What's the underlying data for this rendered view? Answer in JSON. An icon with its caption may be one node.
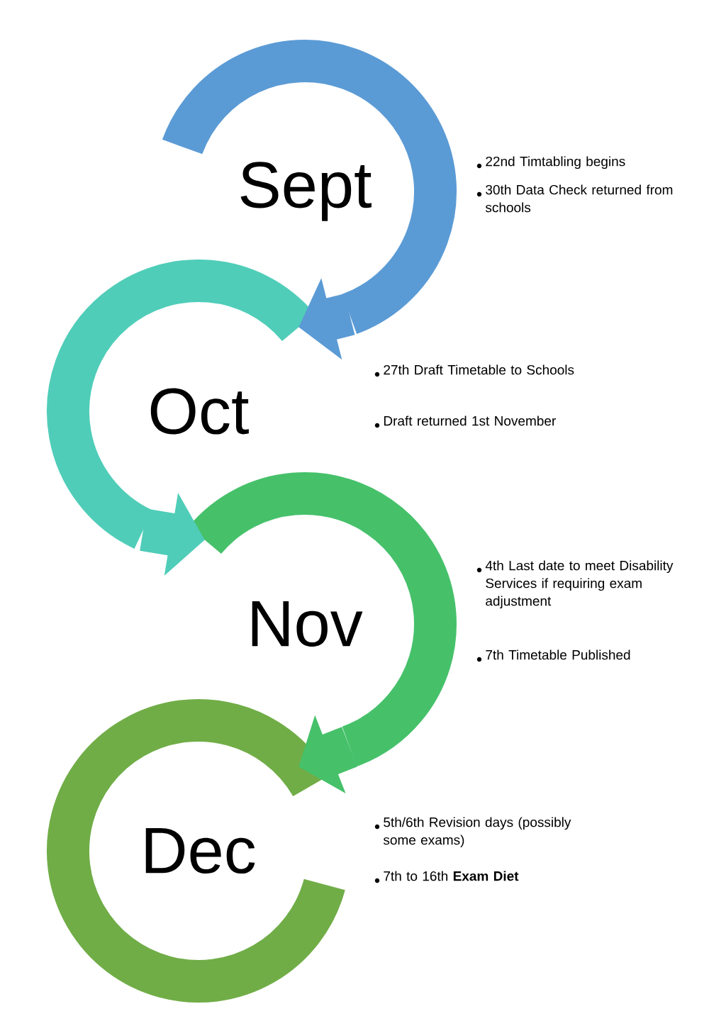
{
  "diagram": {
    "nodes": [
      {
        "text": [
          "Sept"
        ],
        "beside": [
          "22nd Timtabling begins",
          "30th Data Check returned from schools"
        ]
      },
      {
        "text": [
          "Oct"
        ],
        "beside": [
          "27th Draft Timetable to Schools",
          "Draft returned 1st November"
        ]
      },
      {
        "text": [
          "Nov"
        ],
        "beside": [
          "4th Last date to meet Disability Services if requiring exam adjustment",
          "7th Timetable Published"
        ]
      },
      {
        "text": [
          "Dec"
        ],
        "beside": [
          "5th/6th Revision days (possibly some exams)",
          "7th to 16th **Exam Diet**"
        ]
      }
    ],
    "edges": [
      {
        "from": 0,
        "to": 1,
        "arrow": "to",
        "color": "#5b9bd5"
      },
      {
        "from": 1,
        "to": 2,
        "arrow": "to",
        "color": "#4fcdb8"
      },
      {
        "from": 2,
        "to": 3,
        "arrow": "to",
        "color": "#46c16a"
      }
    ]
  }
}
